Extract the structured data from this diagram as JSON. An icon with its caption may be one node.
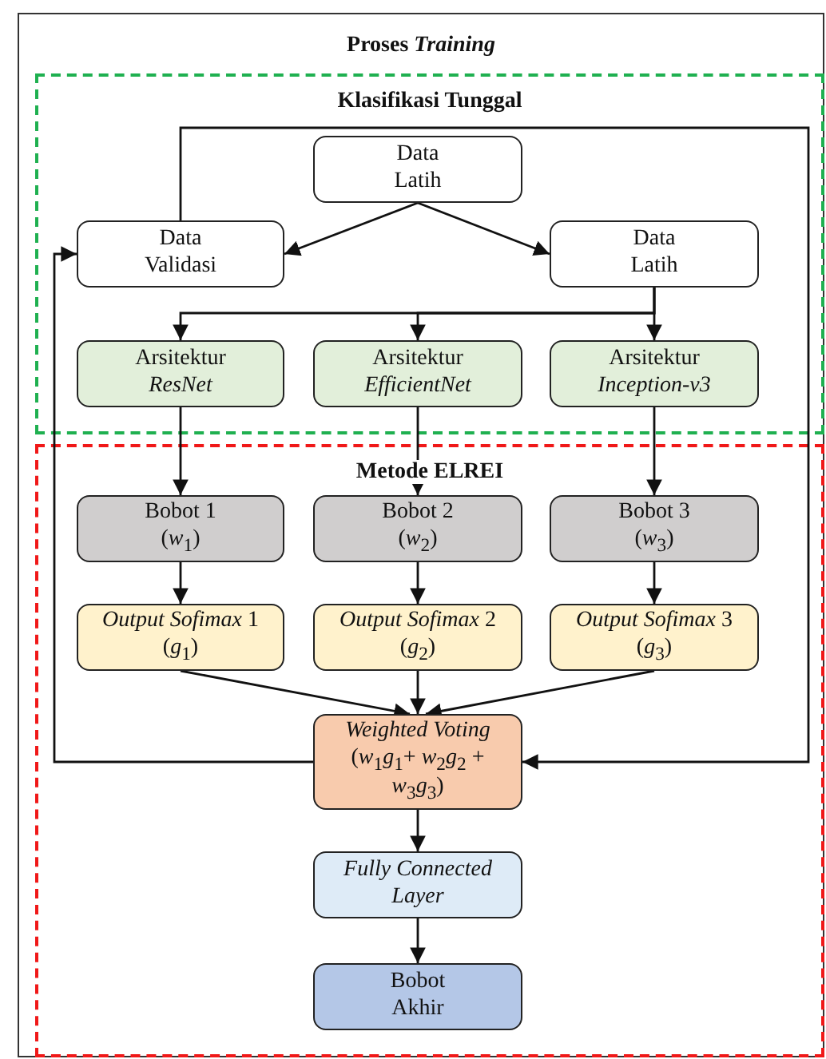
{
  "diagram": {
    "nodes": [
      {
        "text": [
          "Proses *Training*"
        ]
      },
      {
        "text": [
          "Klasifikasi Tunggal"
        ],
        "in": 0
      },
      {
        "text": [
          "Metode ELREI"
        ],
        "in": 0
      },
      {
        "text": [
          "Data Latih"
        ],
        "in": 1
      },
      {
        "text": [
          "Data Validasi"
        ],
        "in": 1
      },
      {
        "text": [
          "Data Latih"
        ],
        "in": 1
      },
      {
        "text": [
          "Arsitektur *ResNet*"
        ],
        "in": 1
      },
      {
        "text": [
          "Arsitektur *EfficientNet*"
        ],
        "in": 1
      },
      {
        "text": [
          "Arsitektur *Inception-v3*"
        ],
        "in": 1
      },
      {
        "text": [
          "Bobot 1 (*w*$_{1}$)"
        ],
        "in": 2
      },
      {
        "text": [
          "Bobot 2 (*w*$_{2}$)"
        ],
        "in": 2
      },
      {
        "text": [
          "Bobot 3 (*w*$_{3}$)"
        ],
        "in": 2
      },
      {
        "text": [
          "*Output Sofimax* 1 (*g*$_{1}$)"
        ],
        "in": 2
      },
      {
        "text": [
          "*Output Sofimax* 2 (*g*$_{2}$)"
        ],
        "in": 2
      },
      {
        "text": [
          "*Output Sofimax* 3 (*g*$_{3}$)"
        ],
        "in": 2
      },
      {
        "text": [
          "*Weighted Voting* (*w*$_{1}$*g*$_{1}$+ *w*$_{2}$*g*$_{2}$ + *w*$_{3}$*g*$_{3}$)"
        ],
        "in": 2
      },
      {
        "text": [
          "*Fully Connected Layer*"
        ],
        "in": 2
      },
      {
        "text": [
          "Bobot Akhir"
        ],
        "in": 2
      }
    ],
    "edges": [
      {
        "from": 3,
        "to": 4,
        "arrow": "to"
      },
      {
        "from": 3,
        "to": 5,
        "arrow": "to"
      },
      {
        "from": 5,
        "to": 6,
        "arrow": "to"
      },
      {
        "from": 5,
        "to": 7,
        "arrow": "to"
      },
      {
        "from": 5,
        "to": 8,
        "arrow": "to"
      },
      {
        "from": 6,
        "to": 9,
        "arrow": "to"
      },
      {
        "from": 7,
        "to": 10,
        "arrow": "to"
      },
      {
        "from": 8,
        "to": 11,
        "arrow": "to"
      },
      {
        "from": 9,
        "to": 12,
        "arrow": "to"
      },
      {
        "from": 10,
        "to": 13,
        "arrow": "to"
      },
      {
        "from": 11,
        "to": 14,
        "arrow": "to"
      },
      {
        "from": 12,
        "to": 15,
        "arrow": "to"
      },
      {
        "from": 13,
        "to": 15,
        "arrow": "to"
      },
      {
        "from": 14,
        "to": 15,
        "arrow": "to"
      },
      {
        "from": 15,
        "to": 16,
        "arrow": "to"
      },
      {
        "from": 16,
        "to": 17,
        "arrow": "to"
      },
      {
        "from": 4,
        "to": 15,
        "arrow": "to"
      },
      {
        "from": 15,
        "to": 4,
        "arrow": "to"
      }
    ]
  }
}
